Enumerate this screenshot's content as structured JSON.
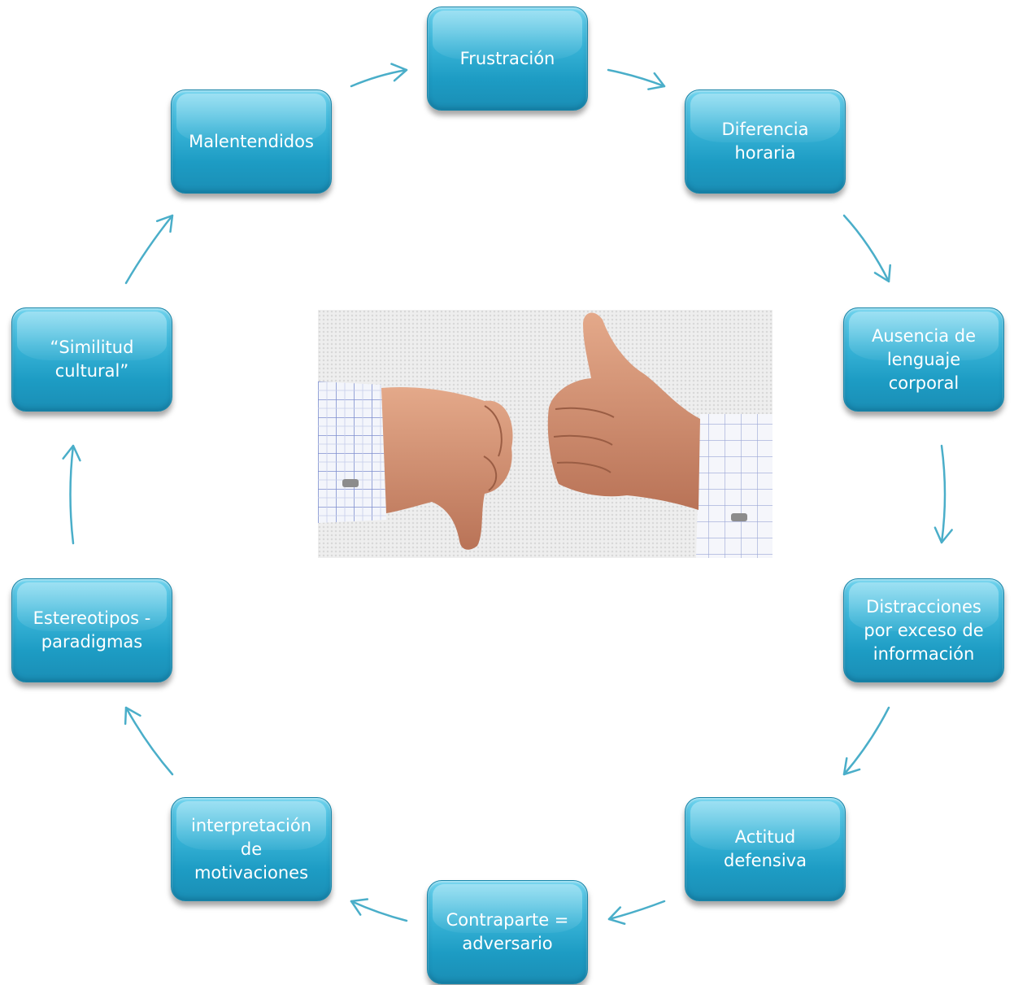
{
  "diagram": {
    "nodes": [
      {
        "id": "frustracion",
        "label": "Frustración"
      },
      {
        "id": "diferencia-horaria",
        "label": "Diferencia\nhoraria"
      },
      {
        "id": "ausencia-lenguaje-corporal",
        "label": "Ausencia de\nlenguaje\ncorporal"
      },
      {
        "id": "distracciones",
        "label": "Distracciones\npor exceso de\ninformación"
      },
      {
        "id": "actitud-defensiva",
        "label": "Actitud\ndefensiva"
      },
      {
        "id": "contraparte-adversario",
        "label": "Contraparte =\nadversario"
      },
      {
        "id": "interpretacion-motivaciones",
        "label": "interpretación\nde\nmotivaciones"
      },
      {
        "id": "estereotipos-paradigmas",
        "label": "Estereotipos -\nparadigmas"
      },
      {
        "id": "similitud-cultural",
        "label": "“Similitud\ncultural”"
      },
      {
        "id": "malentendidos",
        "label": "Malentendidos"
      }
    ],
    "edges": [
      [
        "frustracion",
        "diferencia-horaria"
      ],
      [
        "diferencia-horaria",
        "ausencia-lenguaje-corporal"
      ],
      [
        "ausencia-lenguaje-corporal",
        "distracciones"
      ],
      [
        "distracciones",
        "actitud-defensiva"
      ],
      [
        "actitud-defensiva",
        "contraparte-adversario"
      ],
      [
        "contraparte-adversario",
        "interpretacion-motivaciones"
      ],
      [
        "interpretacion-motivaciones",
        "estereotipos-paradigmas"
      ],
      [
        "estereotipos-paradigmas",
        "similitud-cultural"
      ],
      [
        "similitud-cultural",
        "malentendidos"
      ],
      [
        "malentendidos",
        "frustracion"
      ]
    ],
    "node_color": "#2aa8d2",
    "arrow_color": "#4aaec9",
    "center_image": "thumbs-down-thumbs-up-photo"
  }
}
